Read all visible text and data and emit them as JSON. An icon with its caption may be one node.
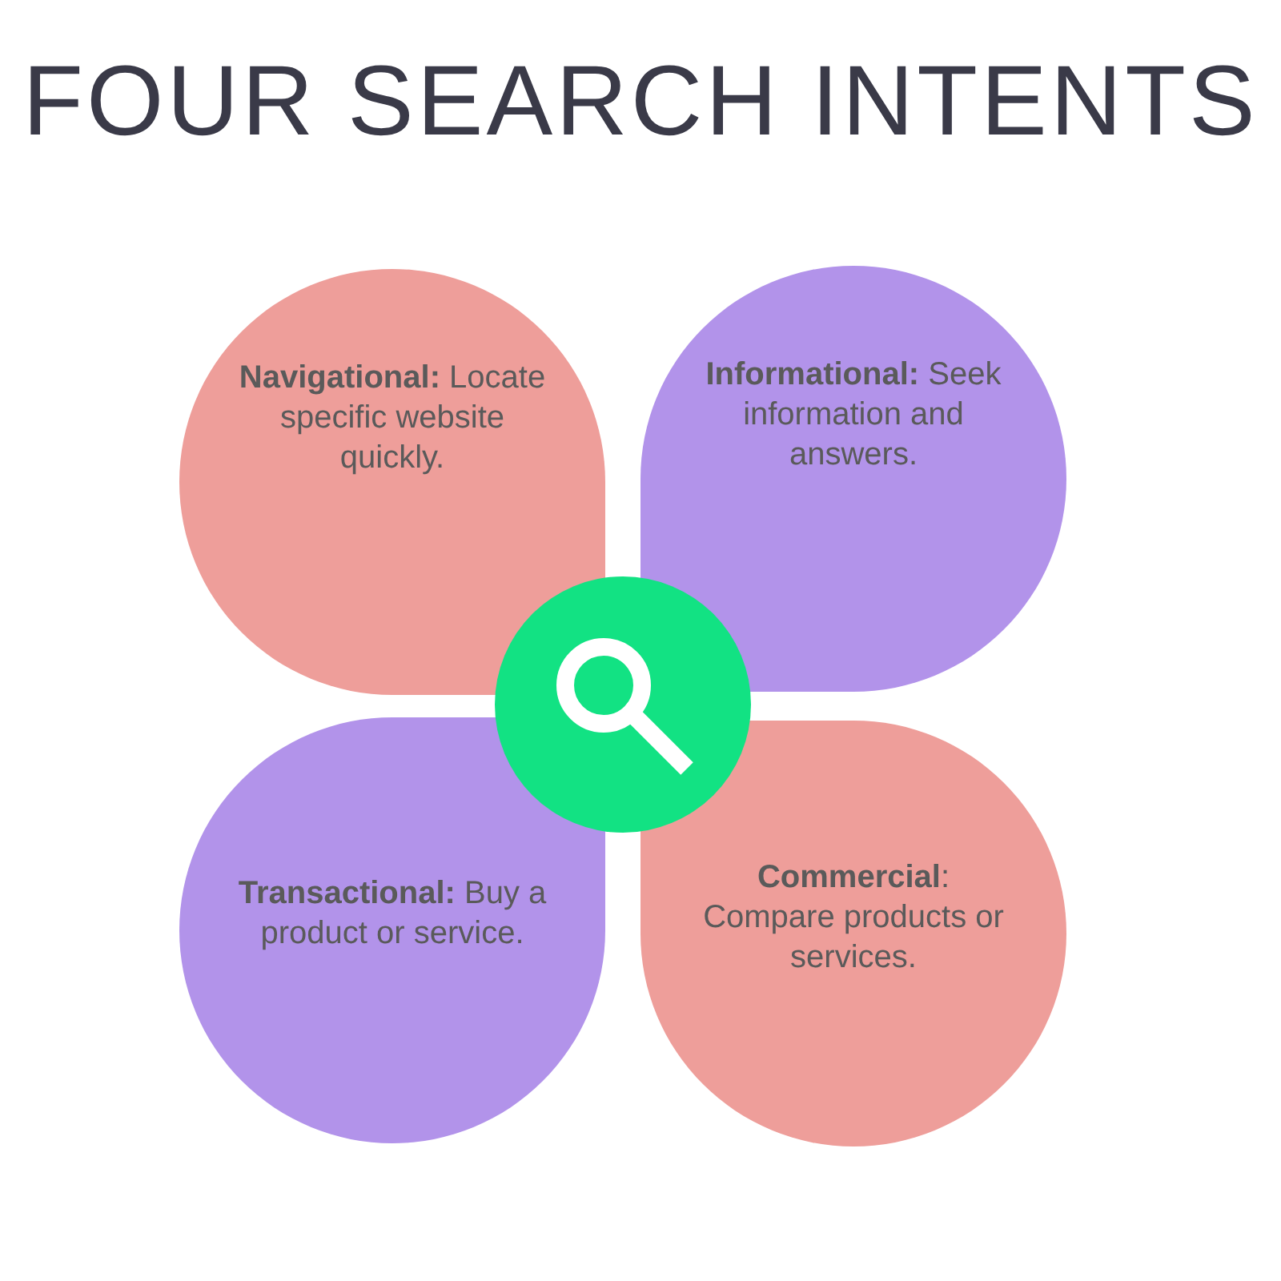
{
  "diagram": {
    "title": "FOUR SEARCH INTENTS",
    "nodes": [
      {
        "text": [
          "**Navigational:** Locate specific website quickly."
        ]
      },
      {
        "text": [
          "**Informational:** Seek information and answers."
        ]
      },
      {
        "text": [],
        "shape": "circle"
      },
      {
        "text": [
          "**Transactional:** Buy a product or service."
        ]
      },
      {
        "text": [
          "**Commercial**: Compare products or services."
        ]
      }
    ],
    "edges": []
  }
}
